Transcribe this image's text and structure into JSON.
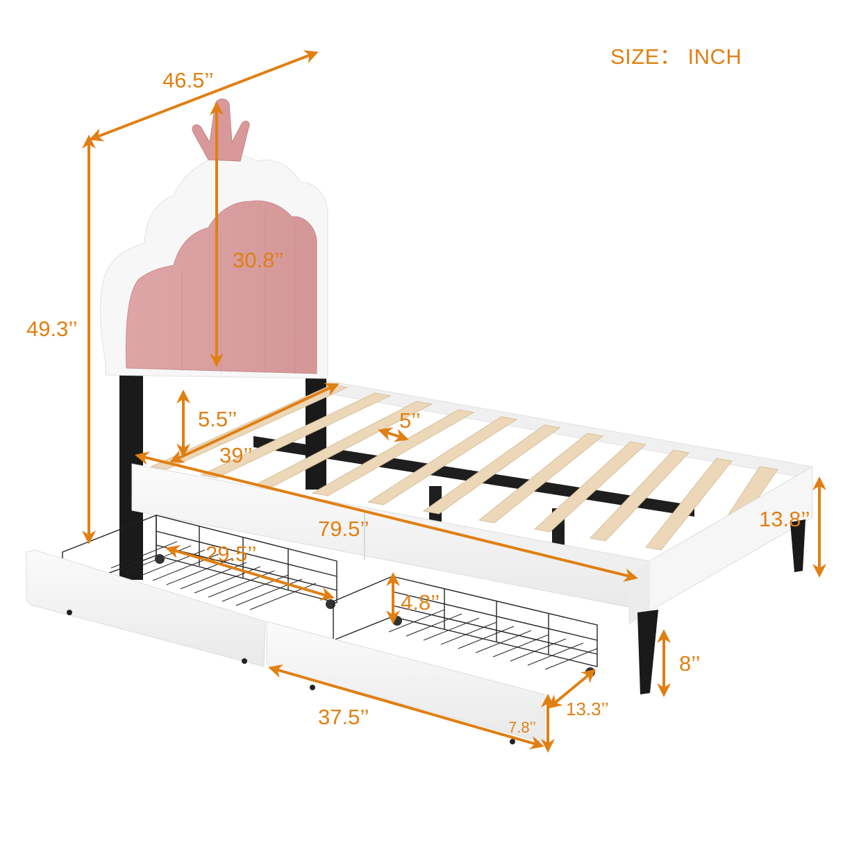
{
  "diagram": {
    "subject": "Upholstered twin platform bed with crown headboard and two wire storage drawers",
    "unit_label": "SIZE： INCH",
    "accent_color": "#e07f12",
    "colors": {
      "headboard_pink": "#d9a0a2",
      "headboard_white_trim": "#f4f4f4",
      "frame_white": "#f2f2f2",
      "slats_wood": "#ecd7b8",
      "legs_black": "#1e1e1e",
      "wire_black": "#222222"
    }
  },
  "dimensions": {
    "headboard_width": "46.5’’",
    "total_height": "49.3’’",
    "headboard_height": "30.8’’",
    "headboard_gap_above_rail": "5.5’’",
    "slat_spacing": "5’’",
    "inner_width": "39’’",
    "total_length": "79.5’’",
    "frame_height": "13.8’’",
    "basket_length": "29.5’’",
    "basket_height": "4.8’’",
    "leg_height": "8’’",
    "drawer_length": "37.5’’",
    "drawer_front_height": "7.8’’",
    "drawer_depth": "13.3’’"
  }
}
